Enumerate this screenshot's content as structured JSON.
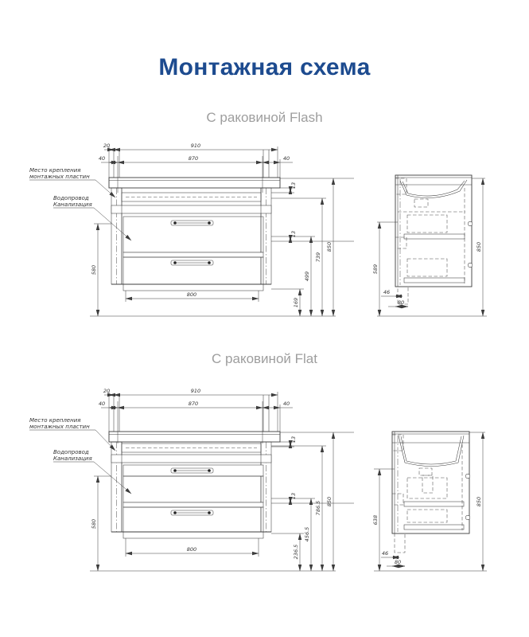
{
  "title": "Монтажная схема",
  "colors": {
    "title": "#1d4b8f",
    "subtitle": "#9e9e9e",
    "line": "#3c3c3c"
  },
  "flash": {
    "subtitle": "С раковиной Flash",
    "callout_mounting_l1": "Место крепления",
    "callout_mounting_l2": "монтажных пластин",
    "callout_plumbing_l1": "Водопровод",
    "callout_plumbing_l2": "Канализация",
    "dims": {
      "d20": "20",
      "d910": "910",
      "d40l": "40",
      "d870": "870",
      "d40r": "40",
      "d13a": "13",
      "d13b": "13",
      "d850": "850",
      "d739": "739",
      "d499": "499",
      "d169": "169",
      "d580": "580",
      "d800": "800"
    },
    "side": {
      "d589": "589",
      "d46": "46",
      "d80": "80",
      "d850": "850"
    }
  },
  "flat": {
    "subtitle": "С раковиной Flat",
    "callout_mounting_l1": "Место крепления",
    "callout_mounting_l2": "монтажных пластин",
    "callout_plumbing_l1": "Водопровод",
    "callout_plumbing_l2": "Канализация",
    "dims": {
      "d20": "20",
      "d910": "910",
      "d40l": "40",
      "d870": "870",
      "d40r": "40",
      "d13a": "13",
      "d13b": "13",
      "d850": "850",
      "d786": "786.5",
      "d456": "456.5",
      "d236": "236.5",
      "d580": "580",
      "d800": "800"
    },
    "side": {
      "d638": "638",
      "d46": "46",
      "d80": "80",
      "d850": "850"
    }
  }
}
